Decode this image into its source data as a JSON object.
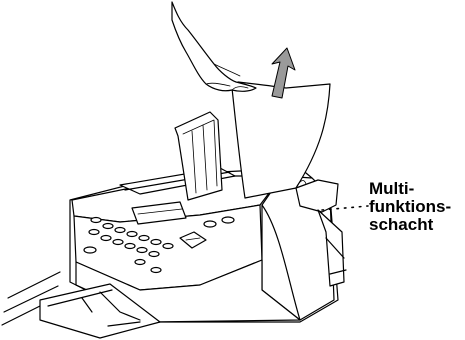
{
  "callout": {
    "line1": "Multi-",
    "line2": "funktions-",
    "line3": "schacht"
  },
  "colors": {
    "ink": "#000000",
    "paper": "#ffffff",
    "arrow_fill": "#9a9a9a"
  },
  "icons": {
    "hand": "hand-icon",
    "direction": "up-arrow-icon"
  }
}
